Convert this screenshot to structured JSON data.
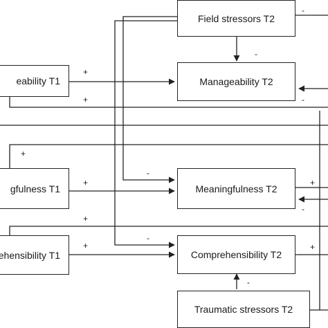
{
  "nodes": {
    "field_stressors_t2": "Field stressors T2",
    "manageability_t1": "eability T1",
    "manageability_t2": "Manageability T2",
    "meaningfulness_t1": "gfulness T1",
    "meaningfulness_t2": "Meaningfulness T2",
    "comprehensibility_t1": "ehensibility T1",
    "comprehensibility_t2": "Comprehensibility T2",
    "traumatic_stressors_t2": "Traumatic stressors T2"
  },
  "signs": {
    "field_right_top": "-",
    "field_to_manageability": "-",
    "manageability_path": "+",
    "manageability_cross": "+",
    "manageability_t2_right_feedback": "-",
    "meaningfulness_feedback_top": "+",
    "meaningfulness_path": "+",
    "field_to_meaningfulness": "-",
    "meaningfulness_t2_right_out": "+",
    "meaningfulness_t2_right_in": "-",
    "comprehensibility_feedback_top": "+",
    "comprehensibility_path": "+",
    "field_to_comprehensibility": "-",
    "comprehensibility_t2_right_out": "+",
    "traumatic_to_comprehensibility": "-"
  },
  "colors": {
    "line": "#222222",
    "text": "#1a1a1a",
    "background": "#ffffff"
  }
}
